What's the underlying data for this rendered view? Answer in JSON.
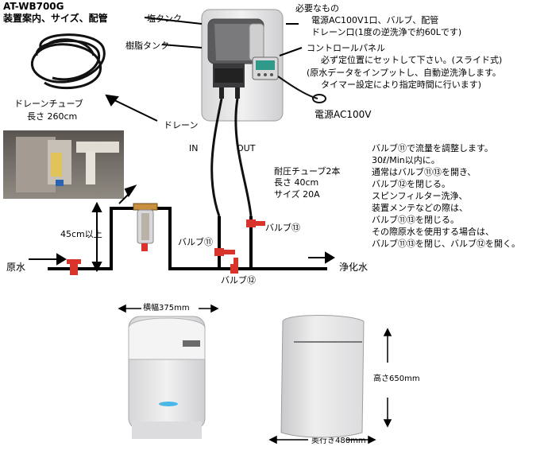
{
  "header": {
    "model": "AT-WB700G",
    "subtitle": "装置案内、サイズ、配管"
  },
  "labels": {
    "salt_tank": "塩タンク",
    "resin_tank": "樹脂タンク",
    "requirements_title": "必要なもの",
    "requirements_line1": "電源AC100V1口、バルブ、配管",
    "requirements_line2": "ドレーン口(1度の逆洗浄で約60Lです)",
    "control_panel_title": "コントロールパネル",
    "control_panel_line1": "必ず定位置にセットして下さい。(スライド式)",
    "control_panel_line2": "(原水データをインプットし、自動逆洗浄します。",
    "control_panel_line3": "タイマー設定により指定時間に行います)",
    "power": "電源AC100V",
    "drain_tube_title": "ドレーンチューブ",
    "drain_tube_length": "長さ 260cm",
    "drain": "ドレーン",
    "in": "IN",
    "out": "OUT",
    "pressure_tube_title": "耐圧チューブ2本",
    "pressure_tube_length": "長さ 40cm",
    "pressure_tube_size": "サイズ 20A",
    "height_min": "45cm以上",
    "raw_water": "原水",
    "purified_water": "浄化水",
    "valve11": "バルブ⑪",
    "valve12": "バルブ⑫",
    "valve13": "バルブ⑬",
    "width_dim": "横幅375mm",
    "depth_dim": "奥行き480mm",
    "height_dim": "高さ650mm"
  },
  "notes": [
    "バルブ⑪で流量を調整します。",
    "30ℓ/Min以内に。",
    "通常はバルブ⑪⑬を開き、",
    "バルブ⑫を閉じる。",
    "スピンフィルター洗浄、",
    "装置メンテなどの際は、",
    "バルブ⑪⑬を閉じる。",
    "その際原水を使用する場合は、",
    "バルブ⑪⑬を閉じ、バルブ⑫を開く。"
  ],
  "colors": {
    "valve_red": "#d8342c",
    "pipe": "#000000",
    "unit_body": "#e9e9ea",
    "panel_display": "#2f9a8a"
  },
  "icons": {
    "arrow": "arrow-icon",
    "valve": "valve-icon",
    "filter": "filter-icon"
  }
}
